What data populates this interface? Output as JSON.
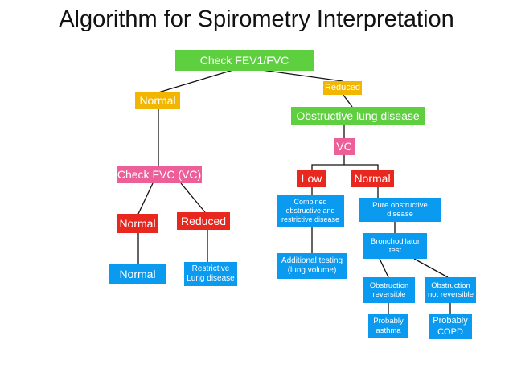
{
  "title": "Algorithm for Spirometry Interpretation",
  "colors": {
    "green": "#5ed040",
    "yellow": "#f2b600",
    "pink": "#ec5f98",
    "red": "#e8281e",
    "blue": "#0a9aef",
    "line": "#111111"
  },
  "nodes": {
    "check_fev1_fvc": "Check FEV1/FVC",
    "normal_top": "Normal",
    "reduced_top": "Reduced",
    "obstructive": "Obstructive lung disease",
    "vc": "VC",
    "check_fvc": "Check FVC (VC)",
    "low": "Low",
    "normal_vc": "Normal",
    "normal_fvc": "Normal",
    "reduced_fvc": "Reduced",
    "combined": "Combined obstructive and restrictive disease",
    "pure_obstructive": "Pure obstructive disease",
    "bronchodilator": "Bronchodilator test",
    "normal_result": "Normal",
    "restrictive": "Restrictive Lung disease",
    "additional_testing": "Additional testing (lung volume)",
    "obstruction_reversible": "Obstruction reversible",
    "obstruction_not_reversible": "Obstruction not reversible",
    "probably_asthma": "Probably asthma",
    "probably_copd": "Probably COPD"
  }
}
